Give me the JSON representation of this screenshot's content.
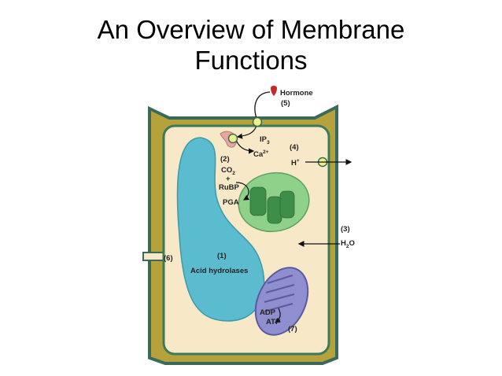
{
  "title": {
    "line1": "An Overview of Membrane",
    "line2": "Functions"
  },
  "labels": {
    "hormone": "Hormone",
    "n5": "(5)",
    "ip3": "IP",
    "ip3_sub": "3",
    "ca": "Ca",
    "ca_sup": "2+",
    "n4": "(4)",
    "h": "H",
    "h_sup": "+",
    "n2": "(2)",
    "co2": "CO",
    "co2_sub": "2",
    "plus": "+",
    "rubp": "RuBP",
    "pga": "PGA",
    "n3": "(3)",
    "h2o_h": "H",
    "h2o_sub": "2",
    "h2o_o": "O",
    "n6": "(6)",
    "n1": "(1)",
    "acid": "Acid hydrolases",
    "adp": "ADP",
    "atp": "ATP",
    "n7": "(7)"
  },
  "colors": {
    "cell_wall": "#b5a23c",
    "membrane": "#3c7a5a",
    "cytoplasm": "#f7e9c8",
    "vacuole": "#5bbcd0",
    "chloroplast": "#8fd08a",
    "mitochondrion": "#8f8fd0",
    "receptor": "#eef08a"
  }
}
